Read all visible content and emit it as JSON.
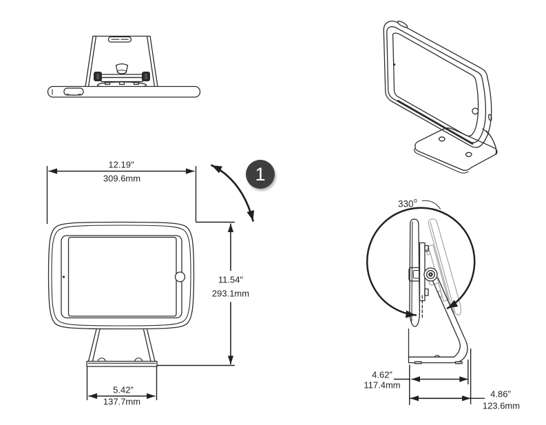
{
  "front_view": {
    "width_label": {
      "inches": "12.19\"",
      "mm": "309.6mm"
    },
    "height_label": {
      "inches": "11.54\"",
      "mm": "293.1mm"
    },
    "base_width_label": {
      "inches": "5.42”",
      "mm": "137.7mm"
    }
  },
  "side_view": {
    "rotation_label": {
      "value": "330",
      "degree": "o"
    },
    "base_depth_label": {
      "inches": "4.62”",
      "mm": "117.4mm"
    },
    "footprint_label": {
      "inches": "4.86”",
      "mm": "123.6mm"
    }
  },
  "callout": {
    "number": "1"
  },
  "colors": {
    "line": "#2b2b2b",
    "ghost_line": "#a8a8a8",
    "badge_background": "#3e3e3e",
    "badge_text": "#ffffff"
  }
}
